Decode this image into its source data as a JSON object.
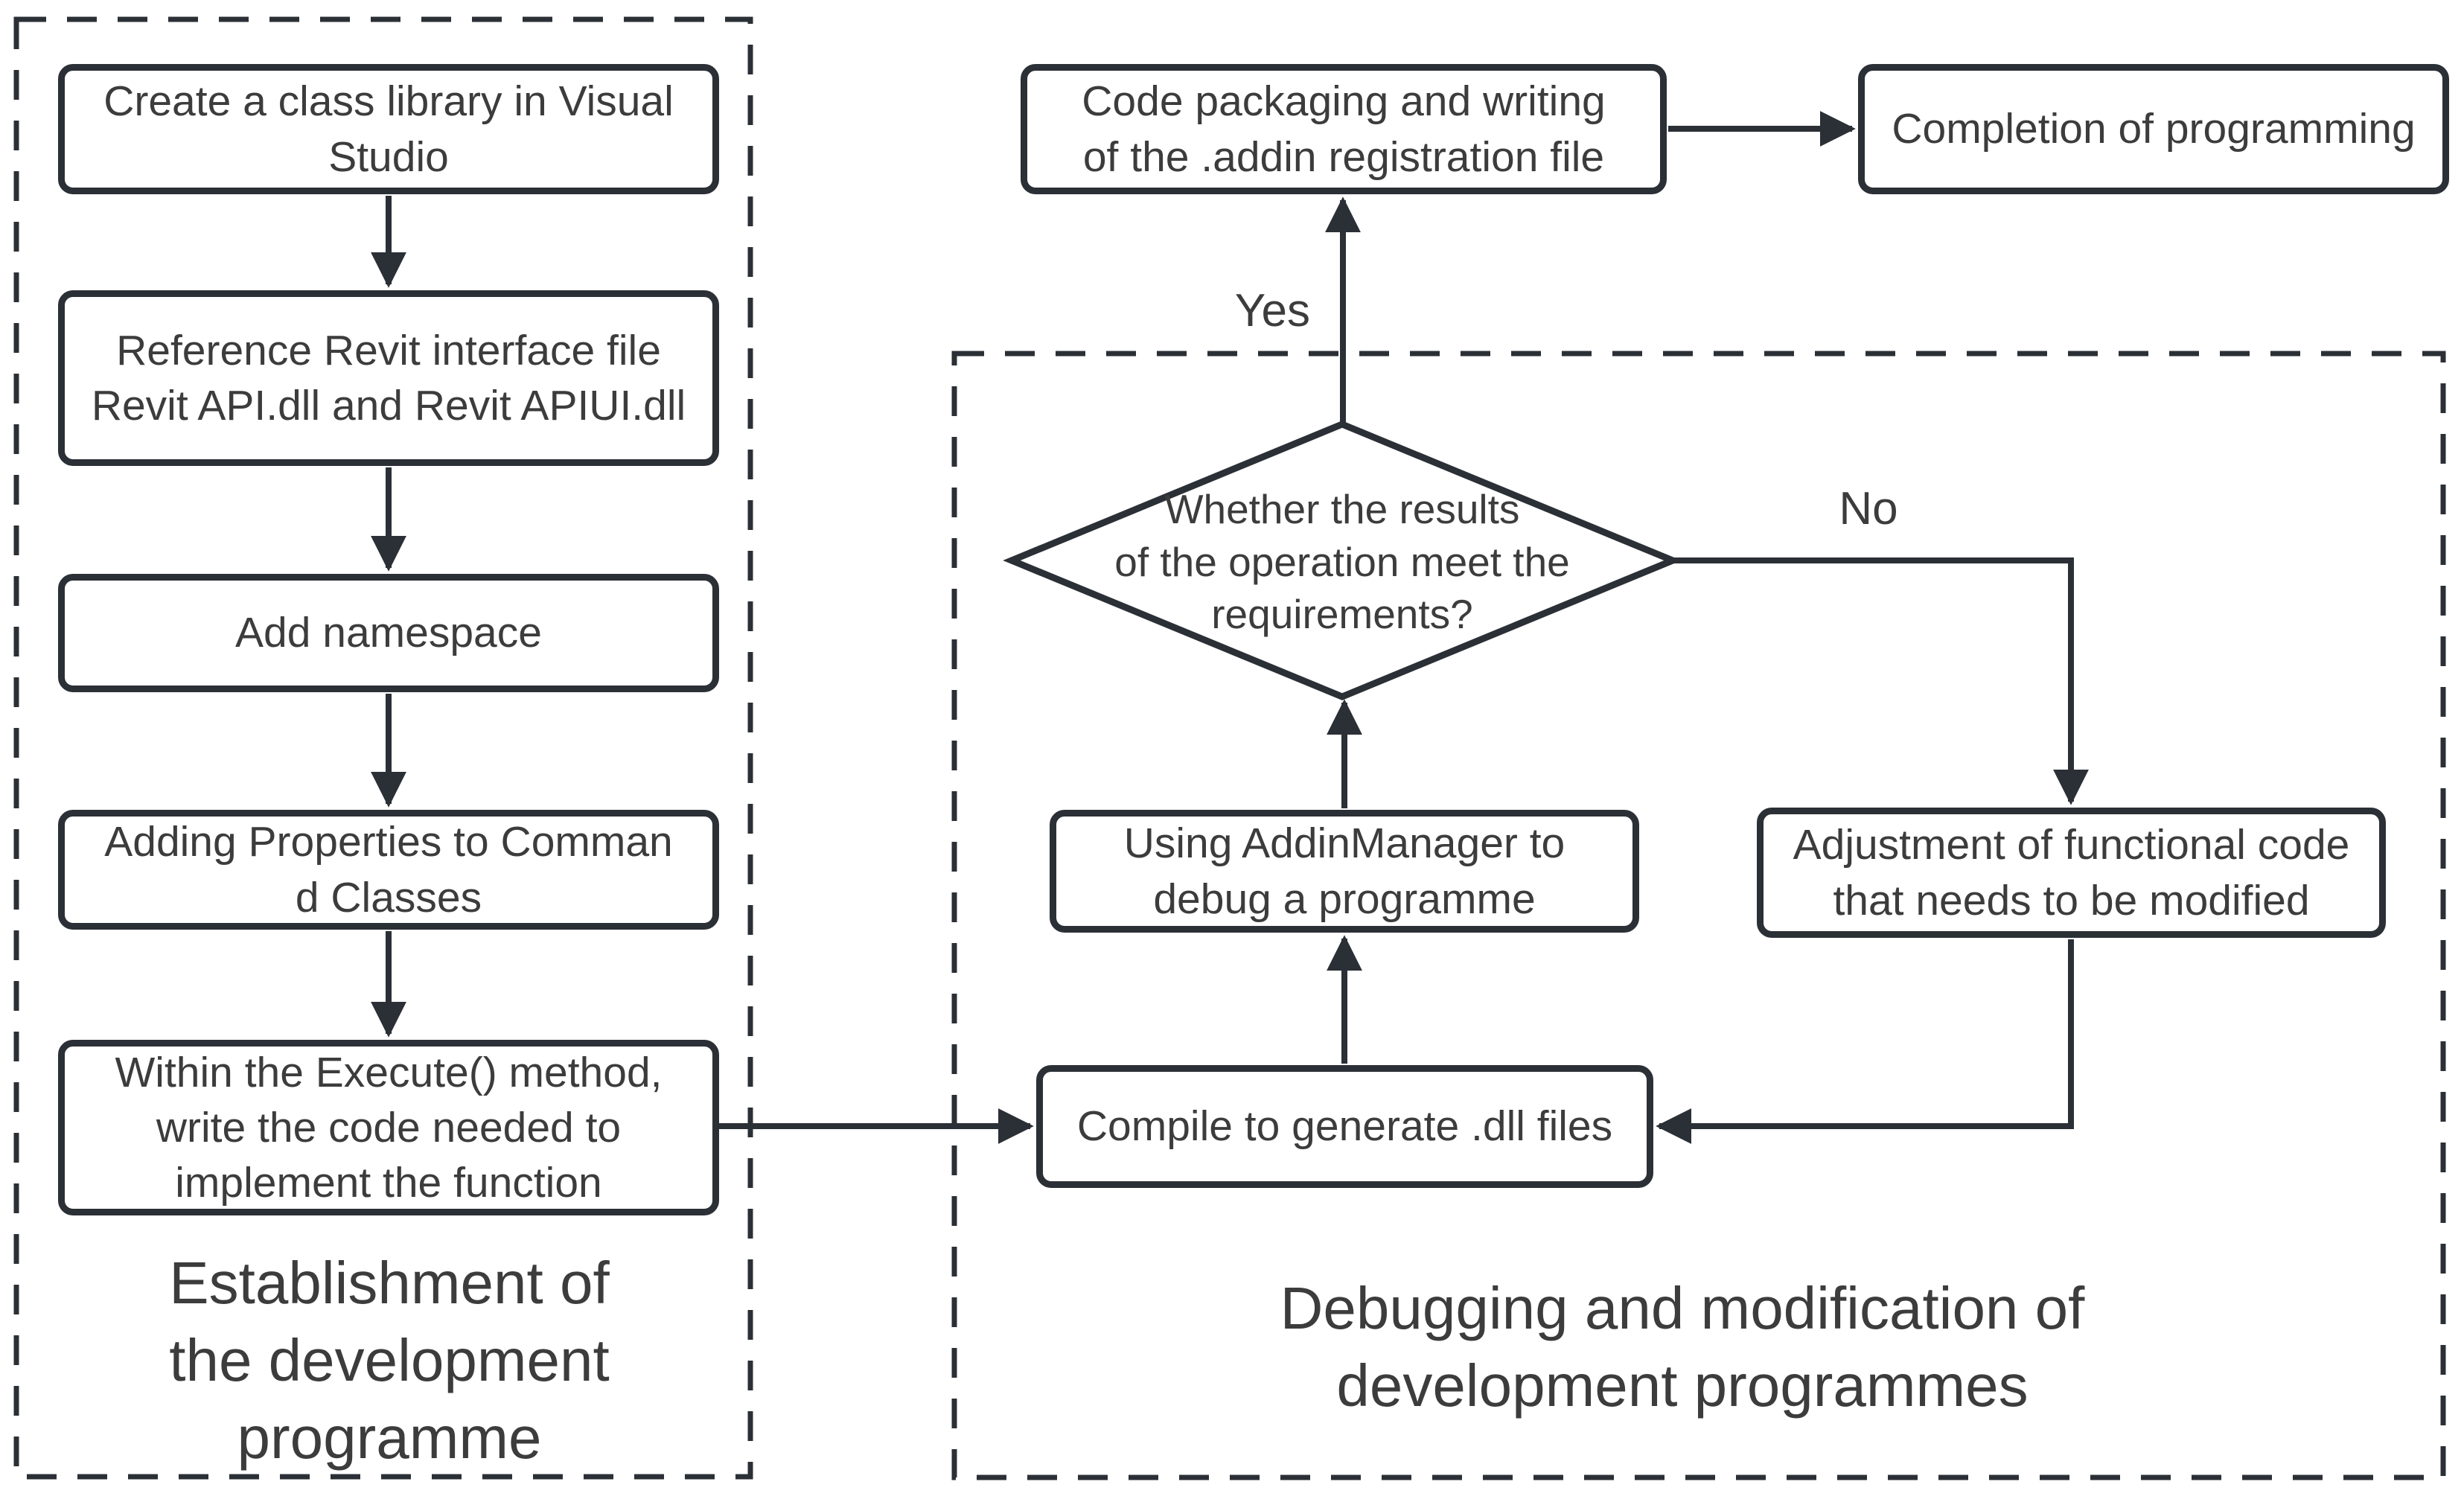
{
  "colors": {
    "stroke": "#2b2f36",
    "text": "#3c3c3c",
    "background": "#ffffff"
  },
  "groups": {
    "left": {
      "label_lines": [
        "Establishment of",
        "the development",
        "programme"
      ]
    },
    "right": {
      "label_lines": [
        "Debugging and modification of",
        "development programmes"
      ]
    }
  },
  "nodes": {
    "create": {
      "lines": [
        "Create a class library in Visual",
        "Studio"
      ]
    },
    "reference": {
      "lines": [
        "Reference Revit interface file",
        "Revit API.dll and Revit APIUI.dll"
      ]
    },
    "namespace": {
      "lines": [
        "Add namespace"
      ]
    },
    "properties": {
      "lines": [
        "Adding Properties to Comman",
        "d Classes"
      ]
    },
    "execute": {
      "lines": [
        "Within the Execute() method,",
        "write the code needed to",
        "implement the function"
      ]
    },
    "packaging": {
      "lines": [
        "Code packaging and writing",
        "of the .addin registration file"
      ]
    },
    "completion": {
      "lines": [
        "Completion of programming"
      ]
    },
    "decision": {
      "lines": [
        "Whether the results",
        "of the operation meet the",
        "requirements?"
      ]
    },
    "addinmanager": {
      "lines": [
        "Using AddinManager to",
        "debug a programme"
      ]
    },
    "adjustment": {
      "lines": [
        "Adjustment of functional code",
        "that needs to be modified"
      ]
    },
    "compile": {
      "lines": [
        "Compile to generate .dll files"
      ]
    }
  },
  "edge_labels": {
    "yes": "Yes",
    "no": "No"
  }
}
